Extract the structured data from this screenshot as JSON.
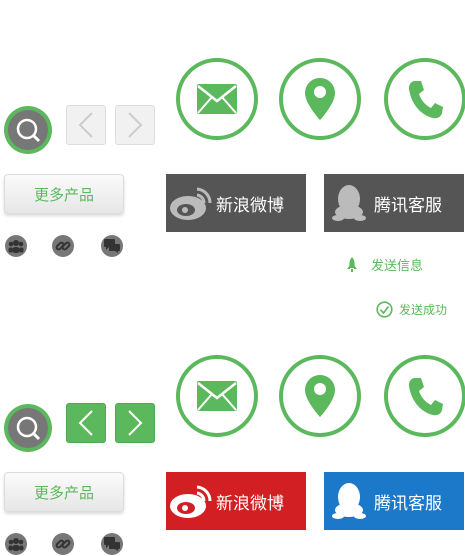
{
  "colors": {
    "green": "#5cb85c",
    "dark": "#555555",
    "grey": "#777777",
    "red": "#d21f23",
    "blue": "#1c78c8"
  },
  "icons": {
    "mail": "envelope-icon",
    "location": "map-pin-icon",
    "phone": "phone-icon",
    "search": "search-icon",
    "prev": "chevron-left-icon",
    "next": "chevron-right-icon",
    "group": "group-icon",
    "link": "link-icon",
    "chat": "chat-icon",
    "weibo": "weibo-icon",
    "qq": "qq-icon",
    "rocket": "rocket-icon",
    "check": "check-circle-icon"
  },
  "top": {
    "more_label": "更多产品",
    "weibo_label": "新浪微博",
    "qq_label": "腾讯客服",
    "send_label": "发送信息",
    "success_label": "发送成功"
  },
  "bottom": {
    "more_label": "更多产品",
    "weibo_label": "新浪微博",
    "qq_label": "腾讯客服"
  }
}
